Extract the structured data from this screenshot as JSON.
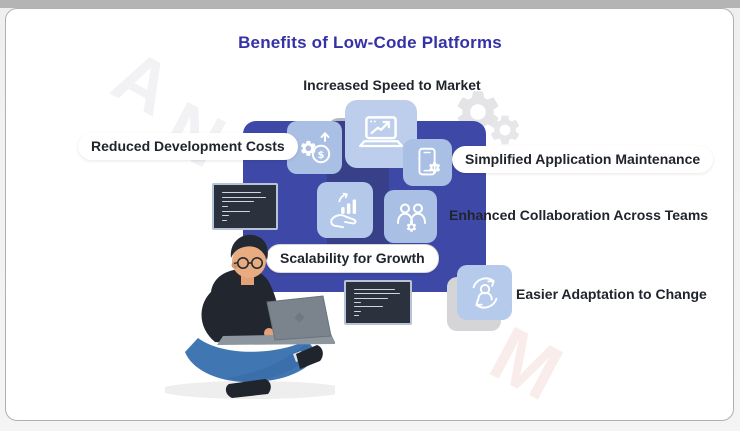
{
  "title": "Benefits of Low-Code Platforms",
  "benefits": [
    {
      "label": "Increased Speed to Market",
      "icon": "laptop-growth-chart-icon"
    },
    {
      "label": "Reduced Development Costs",
      "icon": "gear-dollar-coin-icon"
    },
    {
      "label": "Simplified Application Maintenance",
      "icon": "phone-gear-icon"
    },
    {
      "label": "Enhanced Collaboration Across Teams",
      "icon": "team-gear-icon"
    },
    {
      "label": "Scalability for Growth",
      "icon": "hand-bar-chart-icon"
    },
    {
      "label": "Easier Adaptation to Change",
      "icon": "person-refresh-icon"
    }
  ],
  "colors": {
    "title_accent": "#3531a7",
    "panel_indigo": "#3e49a7",
    "tile_blue": "#a9bfe3",
    "tile_blue_light": "#bcceec",
    "code_background": "#2b323d",
    "label_text": "#20242c",
    "background_gear_gray": "#e4e4e7"
  },
  "watermark": {
    "letter_1": "A",
    "letter_2": "N",
    "letter_3": "M"
  },
  "coin_symbol": "$"
}
